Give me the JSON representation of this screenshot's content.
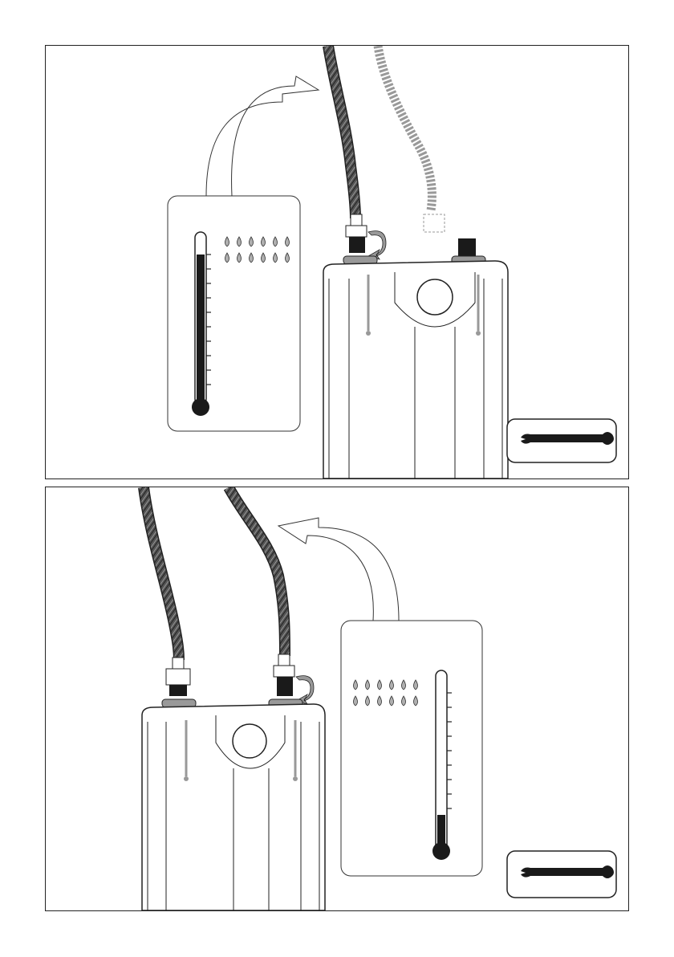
{
  "panels": [
    {
      "id": "hot-connection",
      "thermometer_level": 1.0,
      "connected_side": "left",
      "icons": [
        "arrow-icon",
        "thermometer-icon",
        "water-drops-icon",
        "hose-icon",
        "wrench-icon",
        "water-heater-icon"
      ]
    },
    {
      "id": "cold-connection",
      "thermometer_level": 0.15,
      "connected_side": "right",
      "icons": [
        "arrow-icon",
        "thermometer-icon",
        "water-drops-icon",
        "hose-icon",
        "wrench-icon",
        "water-heater-icon"
      ]
    }
  ],
  "colors": {
    "line": "#222222",
    "fill": "#1a1a1a",
    "grey": "#9a9a9a",
    "drop": "#b0b0b0"
  }
}
